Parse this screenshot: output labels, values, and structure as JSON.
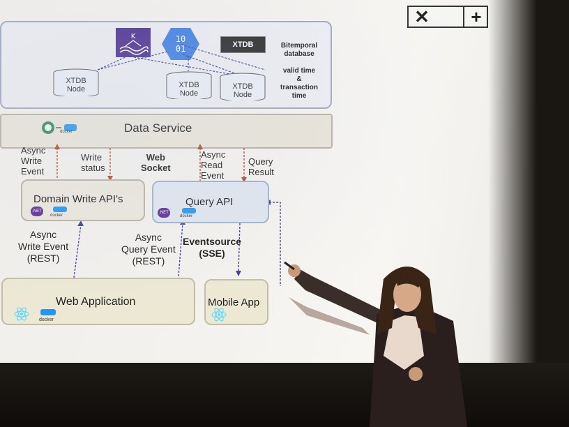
{
  "slide": {
    "controls": {
      "close": "✕",
      "plus": "+"
    },
    "db_section": {
      "xtdb_logo": "XTDB",
      "nodes": [
        "XTDB\nNode",
        "XTDB\nNode",
        "XTDB\nNode"
      ],
      "node_line1": "XTDB",
      "node_line2": "Node",
      "bitemporal_l1": "Bitemporal",
      "bitemporal_l2": "database",
      "valid_l1": "valid time",
      "valid_l2": "&",
      "valid_l3": "transaction",
      "valid_l4": "time",
      "binary_icon": "10\n01"
    },
    "data_service": "Data Service",
    "docker_label": "docker",
    "net_label": ".NET",
    "labels": {
      "async_write_event": [
        "Async",
        "Write",
        "Event"
      ],
      "write_status": [
        "Write",
        "status"
      ],
      "web_socket": [
        "Web",
        "Socket"
      ],
      "async_read_event": [
        "Async",
        "Read",
        "Event"
      ],
      "query_result": [
        "Query",
        "Result"
      ],
      "async_write_rest": [
        "Async",
        "Write Event",
        "(REST)"
      ],
      "async_query_rest": [
        "Async",
        "Query Event",
        "(REST)"
      ],
      "eventsource": [
        "Eventsource",
        "(SSE)"
      ]
    },
    "domain_write_api": "Domain Write API's",
    "query_api": "Query API",
    "web_application": "Web Application",
    "mobile_app": "Mobile App"
  },
  "colors": {
    "arrow_red": "#b5482a",
    "arrow_blue": "#3a3f9a",
    "kafka_purple": "#4b2f8f",
    "binary_blue": "#3f7fe0"
  }
}
